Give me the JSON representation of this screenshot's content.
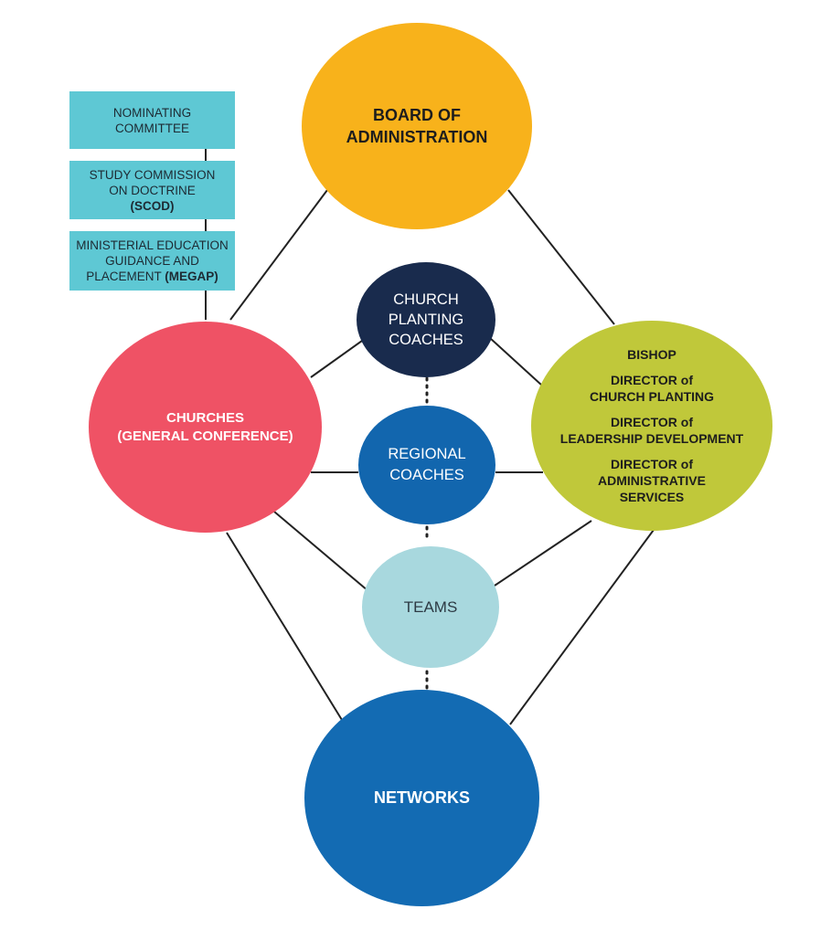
{
  "colors": {
    "board": "#f8b21b",
    "churches": "#ef5265",
    "director": "#c0c83a",
    "planting": "#192b4d",
    "regional": "#1266ae",
    "teams": "#a8d8de",
    "networks": "#136bb3",
    "committee_box": "#5ec8d4",
    "line": "#222222"
  },
  "committees": [
    {
      "lines": [
        "NOMINATING",
        "COMMITTEE"
      ],
      "bold_line": ""
    },
    {
      "lines": [
        "STUDY COMMISSION",
        "ON DOCTRINE"
      ],
      "bold_line": "(SCOD)"
    },
    {
      "lines": [
        "MINISTERIAL EDUCATION",
        "GUIDANCE AND"
      ],
      "last_line_prefix": "PLACEMENT ",
      "last_line_bold": "(MEGAP)"
    }
  ],
  "board": {
    "lines": [
      "BOARD OF",
      "ADMINISTRATION"
    ]
  },
  "churches": {
    "lines": [
      "CHURCHES",
      "(GENERAL CONFERENCE)"
    ]
  },
  "church_planting": {
    "lines": [
      "CHURCH",
      "PLANTING",
      "COACHES"
    ]
  },
  "regional": {
    "lines": [
      "REGIONAL",
      "COACHES"
    ]
  },
  "teams": {
    "label": "TEAMS"
  },
  "networks": {
    "label": "NETWORKS"
  },
  "leadership": {
    "bishop": "BISHOP",
    "director_planting": [
      "DIRECTOR of",
      "CHURCH PLANTING"
    ],
    "director_leadership": [
      "DIRECTOR of",
      "LEADERSHIP DEVELOPMENT"
    ],
    "director_admin": [
      "DIRECTOR of",
      "ADMINISTRATIVE",
      "SERVICES"
    ]
  }
}
